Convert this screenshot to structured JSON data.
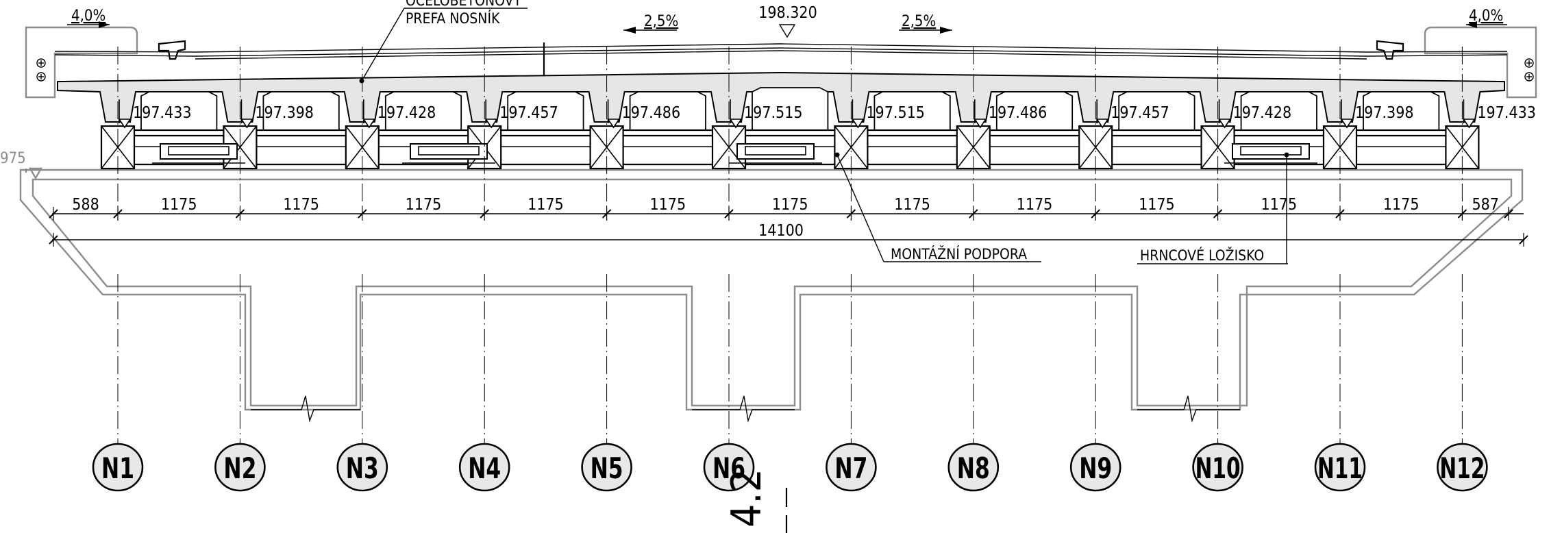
{
  "labels": {
    "beam_type_line1": "OCELOBETONOVÝ",
    "beam_type_line2": "PREFA  NOSNÍK",
    "mounting_support": "MONTÁŽNÍ  PODPORA",
    "pot_bearing": "HRNCOVÉ  LOŽISKO",
    "left_edge_level": "975"
  },
  "slopes": {
    "left_cantilever": "4,0%",
    "left_deck": "2,5%",
    "right_deck": "2,5%",
    "right_cantilever": "4,0%"
  },
  "crown_level": "198.320",
  "bearing_levels": [
    "197.433",
    "197.398",
    "197.428",
    "197.457",
    "197.486",
    "197.515",
    "197.515",
    "197.486",
    "197.457",
    "197.428",
    "197.398",
    "197.433"
  ],
  "dimensions": {
    "spacings": [
      "588",
      "1175",
      "1175",
      "1175",
      "1175",
      "1175",
      "1175",
      "1175",
      "1175",
      "1175",
      "1175",
      "1175",
      "587"
    ],
    "total": "14100"
  },
  "grid_lines": [
    "N1",
    "N2",
    "N3",
    "N4",
    "N5",
    "N6",
    "N7",
    "N8",
    "N9",
    "N10",
    "N11",
    "N12"
  ],
  "section_mark": "4.2"
}
